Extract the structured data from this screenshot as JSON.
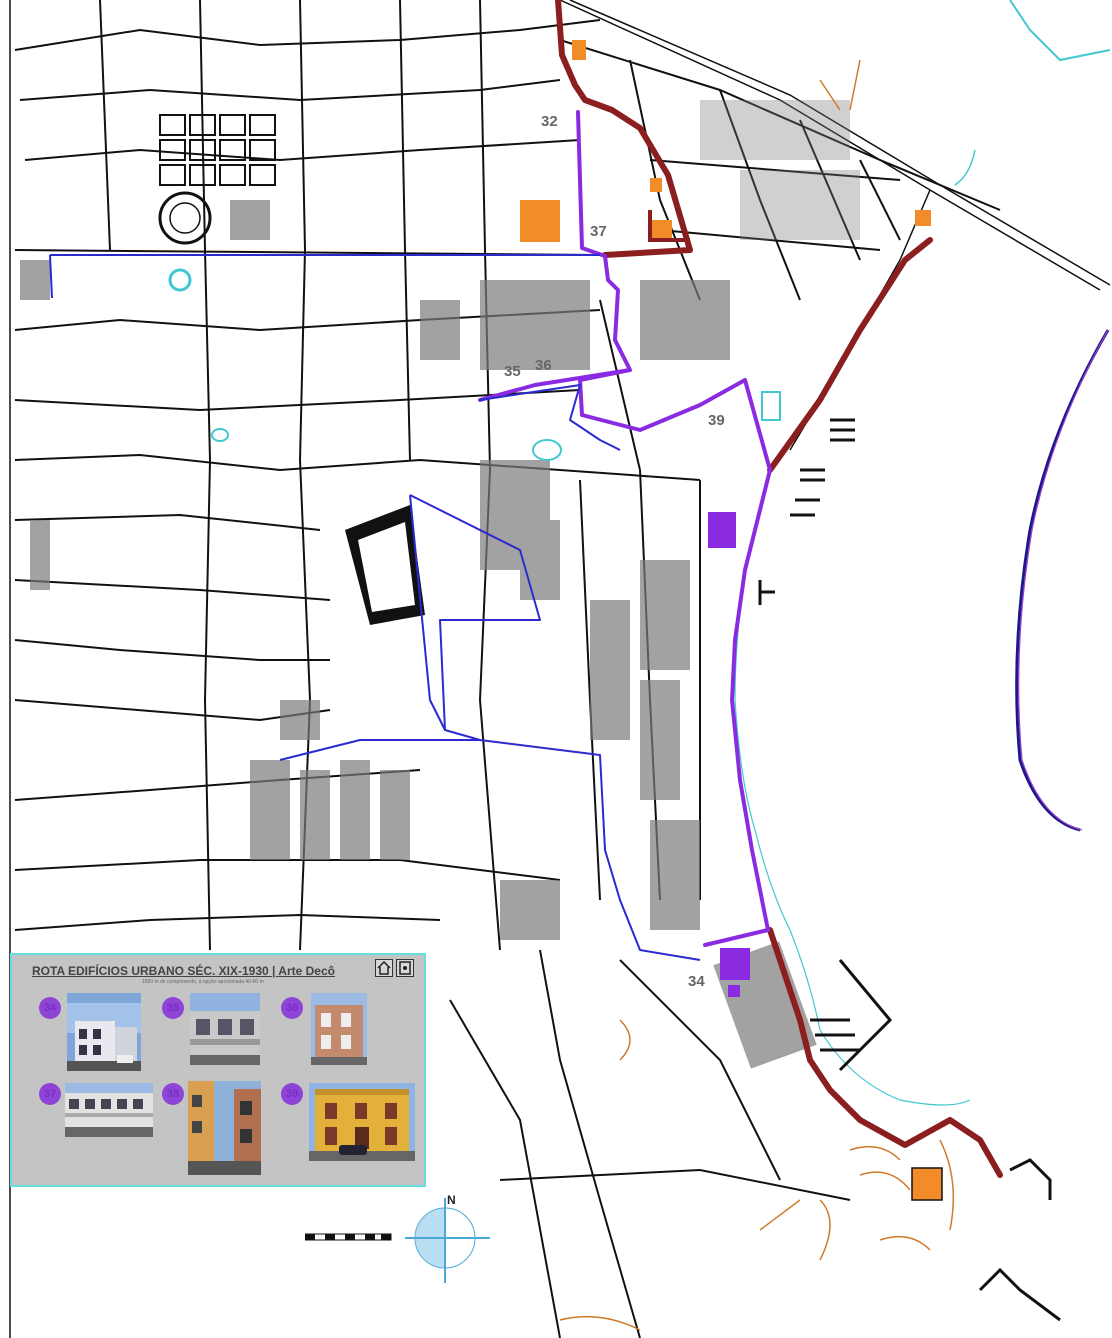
{
  "map": {
    "route_labels": [
      "32",
      "37",
      "35",
      "36",
      "39",
      "34"
    ],
    "colors": {
      "route_brown": "#8b1e1e",
      "route_purple": "#8a2be2",
      "route_blue": "#2a2ad0",
      "building_orange": "#f28c28",
      "water_cyan": "#40c8d0",
      "street": "#111111",
      "block_gray": "#7a7a7a"
    }
  },
  "legend": {
    "title": "ROTA EDIFÍCIOS URBANO SÉC. XIX-1930 | Arte Decô",
    "subtitle": "1650 m de comprimento, à opção aproximada 40-60 m",
    "icons": [
      "home-icon",
      "document-icon"
    ],
    "stops": [
      {
        "number": "34"
      },
      {
        "number": "35"
      },
      {
        "number": "36"
      },
      {
        "number": "37"
      },
      {
        "number": "38"
      },
      {
        "number": "39"
      }
    ]
  },
  "compass": {
    "north_label": "N"
  }
}
